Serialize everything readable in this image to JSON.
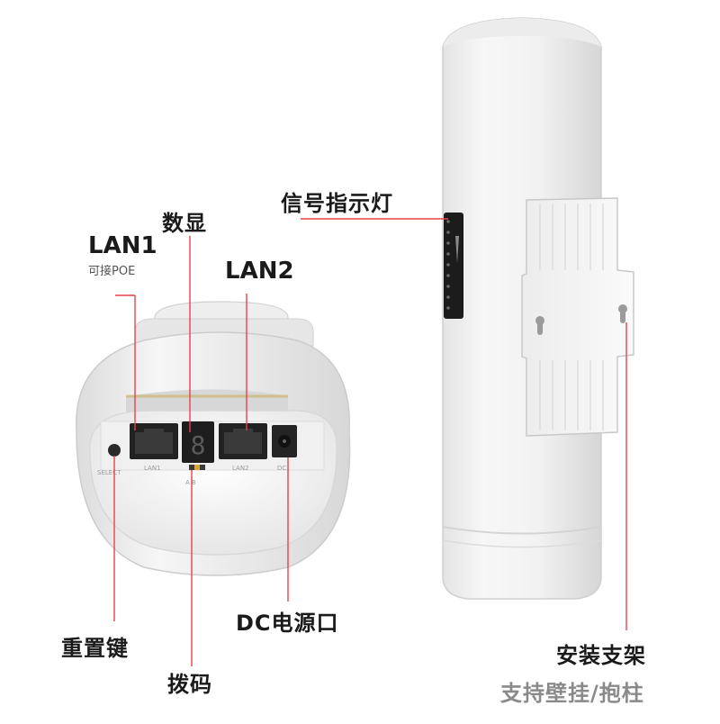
{
  "labels": {
    "lan1": "LAN1",
    "lan1_sub": "可接POE",
    "display": "数显",
    "lan2": "LAN2",
    "signal": "信号指示灯",
    "reset": "重置键",
    "dip": "拨码",
    "dc": "DC电源口",
    "mount": "安装支架",
    "mount_sub": "支持壁挂/抱柱"
  },
  "port_labels": {
    "select": "SELECT",
    "lan1": "LAN1",
    "lan2": "LAN2",
    "dc": "DC",
    "ab": "A  B"
  },
  "display_digit": "8",
  "colors": {
    "pointer": "#e8424a",
    "body": "#f4f4f4",
    "port": "#2b2b2b"
  }
}
